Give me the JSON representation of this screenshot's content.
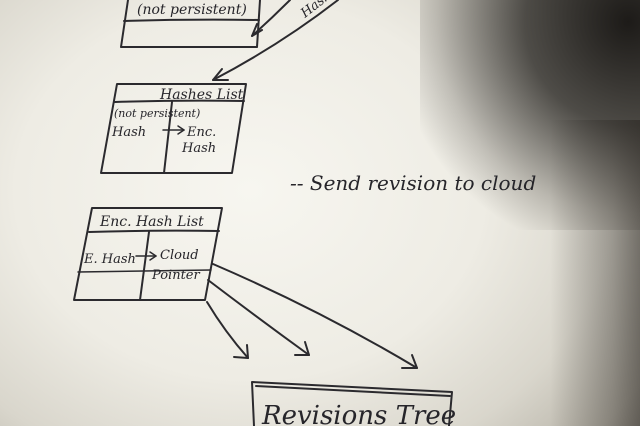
{
  "boxes": {
    "top_box": {
      "label": "(not persistent)"
    },
    "hashes_list": {
      "title": "Hashes List",
      "note": "(not persistent)",
      "left_cell": "Hash",
      "right_cell_line1": "Enc.",
      "right_cell_line2": "Hash"
    },
    "enc_hash_list": {
      "title": "Enc. Hash List",
      "left_cell": "E. Hash",
      "right_cell_line1": "Cloud",
      "right_cell_line2": "Pointer"
    },
    "revisions_tree": {
      "title": "Revisions Tree"
    }
  },
  "annotations": {
    "top_arrow_label": "Hash",
    "send_revision": "-- Send revision to cloud"
  }
}
